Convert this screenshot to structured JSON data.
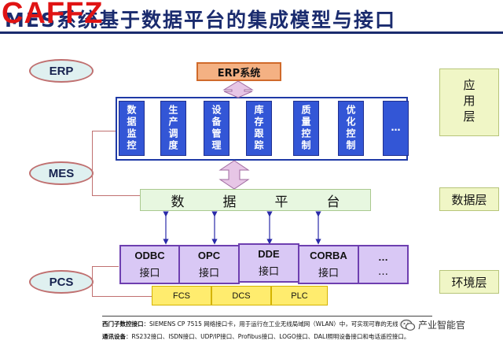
{
  "title": "MES系统基于数据平台的集成模型与接口",
  "watermark": "CAFFZ",
  "left_labels": {
    "erp": "ERP",
    "mes": "MES",
    "pcs": "PCS"
  },
  "erp_system": "ERP系统",
  "mes_modules": [
    "数据监控",
    "生产调度",
    "设备管理",
    "库存跟踪",
    "质量控制",
    "优化控制",
    "…"
  ],
  "data_platform": [
    "数",
    "据",
    "平",
    "台"
  ],
  "interfaces": [
    {
      "name": "ODBC",
      "sub": "接口"
    },
    {
      "name": "OPC",
      "sub": "接口"
    },
    {
      "name": "DDE",
      "sub": "接口"
    },
    {
      "name": "CORBA",
      "sub": "接口"
    },
    {
      "name": "…",
      "sub": "…"
    }
  ],
  "field_systems": [
    "FCS",
    "DCS",
    "PLC"
  ],
  "layers": {
    "app": "应用层",
    "data": "数据层",
    "env": "环境层"
  },
  "notes": {
    "line1_key": "西门子数控接口",
    "line1_val": "：SIEMENS CP 7515 网络接口卡，用于运行在工业无线局域网（WLAN）中，可实现可靠的无线通讯",
    "line2_key": "通讯设备",
    "line2_val": "：RS232接口、ISDN接口、UDP/IP接口、Profibus接口、LOGO接口、DALI照明设备接口和电话遥控接口。"
  },
  "brand": "产业智能官"
}
